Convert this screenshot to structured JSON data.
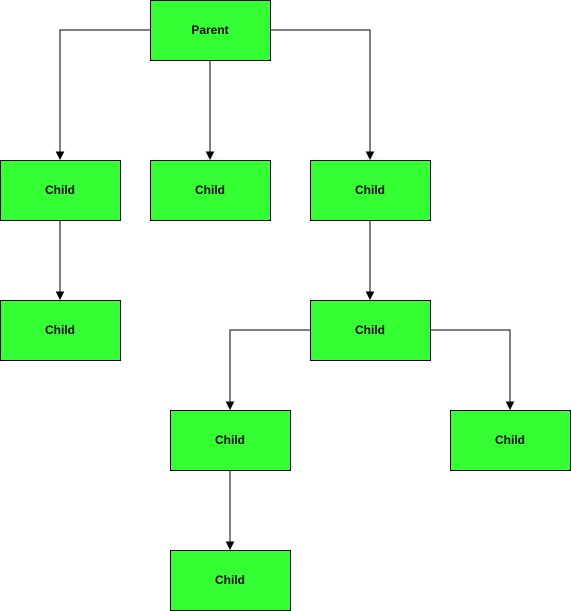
{
  "diagram": {
    "node_fill": "#33ff33",
    "node_stroke": "#000000",
    "nodes": [
      {
        "id": "parent",
        "label": "Parent"
      },
      {
        "id": "c1",
        "label": "Child"
      },
      {
        "id": "c2",
        "label": "Child"
      },
      {
        "id": "c3",
        "label": "Child"
      },
      {
        "id": "c1a",
        "label": "Child"
      },
      {
        "id": "c3a",
        "label": "Child"
      },
      {
        "id": "c3a1",
        "label": "Child"
      },
      {
        "id": "c3a2",
        "label": "Child"
      },
      {
        "id": "c3a1a",
        "label": "Child"
      }
    ],
    "edges": [
      {
        "from": "parent",
        "to": "c1"
      },
      {
        "from": "parent",
        "to": "c2"
      },
      {
        "from": "parent",
        "to": "c3"
      },
      {
        "from": "c1",
        "to": "c1a"
      },
      {
        "from": "c3",
        "to": "c3a"
      },
      {
        "from": "c3a",
        "to": "c3a1"
      },
      {
        "from": "c3a",
        "to": "c3a2"
      },
      {
        "from": "c3a1",
        "to": "c3a1a"
      }
    ]
  }
}
